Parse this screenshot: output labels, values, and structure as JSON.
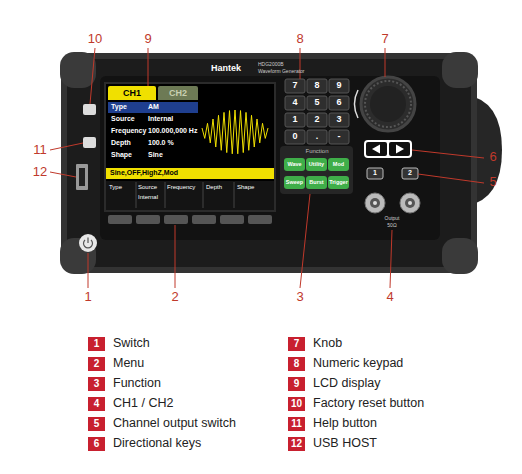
{
  "diagram": {
    "nodes": [
      {
        "text": [
          "CH1"
        ]
      },
      {
        "text": [
          "CH2"
        ]
      },
      {
        "text": [
          "Wave"
        ]
      },
      {
        "text": [
          "Utility"
        ]
      },
      {
        "text": [
          "Mod"
        ]
      },
      {
        "text": [
          "Sweep"
        ]
      },
      {
        "text": [
          "Burst"
        ]
      },
      {
        "text": [
          "Trigger"
        ]
      }
    ],
    "labels": [
      "10",
      "9",
      "8",
      "7",
      "11",
      "6",
      "12",
      "5",
      "1",
      "2",
      "3",
      "4",
      "Hantek",
      "HDG2000B",
      "Waveform Generator",
      "Type",
      "AM",
      "Source",
      "Internal",
      "Frequency",
      "100.000,000 Hz",
      "Depth",
      "100.0 %",
      "Shape",
      "Sine",
      "Sine,OFF,HighZ,Mod",
      "Type",
      "Source",
      "Internal",
      "Frequency",
      "Depth",
      "Shape",
      "Function",
      "7",
      "8",
      "9",
      "4",
      "5",
      "6",
      "1",
      "2",
      "3",
      "0",
      ".",
      "-",
      "1",
      "2",
      "Output",
      "50Ω",
      "1",
      "2",
      "3",
      "4",
      "5",
      "6",
      "7",
      "8",
      "9",
      "10",
      "11",
      "12"
    ],
    "legend": [
      {
        "text": "Switch",
        "color": "#c8202f"
      },
      {
        "text": "Menu",
        "color": "#c8202f"
      },
      {
        "text": "Function",
        "color": "#c8202f"
      },
      {
        "text": "CH1 / CH2",
        "color": "#c8202f"
      },
      {
        "text": "Channel output switch",
        "color": "#c8202f"
      },
      {
        "text": "Directional keys",
        "color": "#c8202f"
      },
      {
        "text": "Knob",
        "color": "#c8202f"
      },
      {
        "text": "Numeric keypad",
        "color": "#c8202f"
      },
      {
        "text": "LCD display",
        "color": "#c8202f"
      },
      {
        "text": "Factory reset button",
        "color": "#c8202f"
      },
      {
        "text": "Help button",
        "color": "#c8202f"
      },
      {
        "text": "USB HOST",
        "color": "#c8202f"
      }
    ]
  }
}
